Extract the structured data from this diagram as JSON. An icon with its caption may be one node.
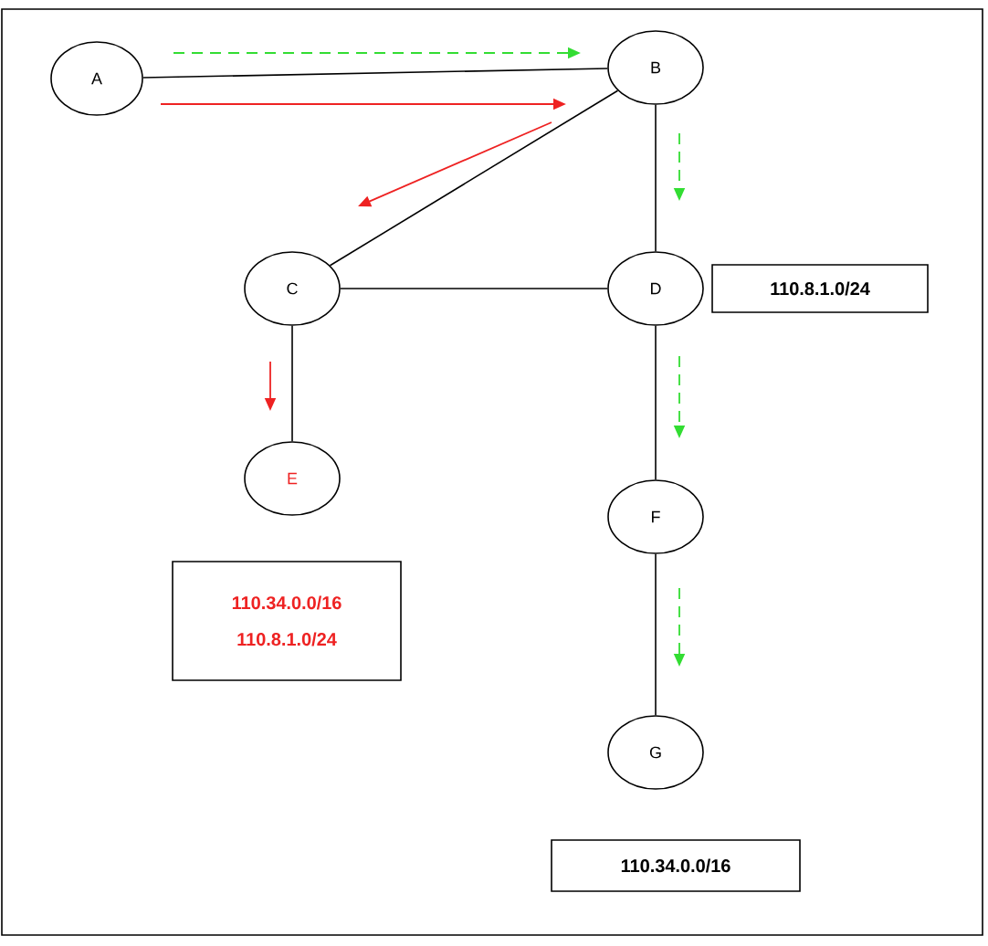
{
  "diagram": {
    "nodes": [
      {
        "text": [
          "A"
        ]
      },
      {
        "text": [
          "B"
        ]
      },
      {
        "text": [
          "C"
        ]
      },
      {
        "text": [
          "D"
        ]
      },
      {
        "text": [
          "E"
        ]
      },
      {
        "text": [
          "F"
        ]
      },
      {
        "text": [
          "G"
        ]
      },
      {
        "text": [
          "110.8.1.0/24"
        ]
      },
      {
        "text": [
          "110.34.0.0/16",
          "110.8.1.0/24"
        ]
      },
      {
        "text": [
          "110.34.0.0/16"
        ]
      }
    ],
    "edges": [
      {
        "from": 0,
        "to": 1,
        "arrow": "none"
      },
      {
        "from": 1,
        "to": 2,
        "arrow": "none"
      },
      {
        "from": 1,
        "to": 3,
        "arrow": "none"
      },
      {
        "from": 2,
        "to": 3,
        "arrow": "none"
      },
      {
        "from": 2,
        "to": 4,
        "arrow": "none"
      },
      {
        "from": 3,
        "to": 5,
        "arrow": "none"
      },
      {
        "from": 5,
        "to": 6,
        "arrow": "none"
      }
    ]
  }
}
